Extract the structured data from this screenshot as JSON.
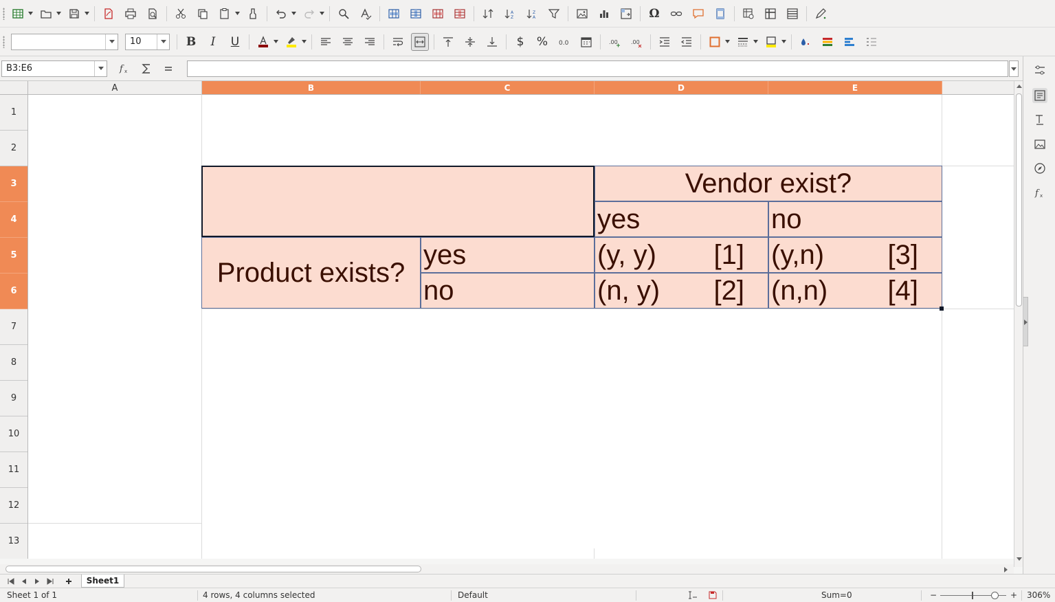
{
  "toolbar_standard": {
    "icons": [
      "new-spreadsheet-icon",
      "open-icon",
      "save-icon",
      "export-pdf-icon",
      "print-icon",
      "print-preview-icon",
      "cut-icon",
      "copy-icon",
      "paste-icon",
      "clone-formatting-icon",
      "undo-icon",
      "redo-icon",
      "find-replace-icon",
      "spelling-icon",
      "row-icon",
      "column-icon",
      "insert-table-icon",
      "delete-icon",
      "sort-icon",
      "sort-ascending-icon",
      "sort-descending-icon",
      "autofilter-icon",
      "image-icon",
      "chart-icon",
      "pivot-table-icon",
      "special-character-icon",
      "hyperlink-icon",
      "comment-icon",
      "headers-footers-icon",
      "define-print-area-icon",
      "freeze-rows-columns-icon",
      "split-window-icon",
      "draw-functions-icon"
    ]
  },
  "toolbar_formatting": {
    "font_name": "",
    "font_size": "10",
    "bold_label": "B",
    "italic_label": "I",
    "underline_label": "U",
    "font_color": "#8b0000",
    "highlight_color": "#ffea00",
    "border_color": "#e07030"
  },
  "formula_bar": {
    "name_box": "B3:E6",
    "formula": ""
  },
  "columns": [
    {
      "label": "A",
      "selected": false
    },
    {
      "label": "B",
      "selected": true
    },
    {
      "label": "C",
      "selected": true
    },
    {
      "label": "D",
      "selected": true
    },
    {
      "label": "E",
      "selected": true
    }
  ],
  "rows": [
    {
      "label": "1",
      "selected": false
    },
    {
      "label": "2",
      "selected": false
    },
    {
      "label": "3",
      "selected": true
    },
    {
      "label": "4",
      "selected": true
    },
    {
      "label": "5",
      "selected": true
    },
    {
      "label": "6",
      "selected": true
    },
    {
      "label": "7",
      "selected": false
    },
    {
      "label": "8",
      "selected": false
    },
    {
      "label": "9",
      "selected": false
    },
    {
      "label": "10",
      "selected": false
    },
    {
      "label": "11",
      "selected": false
    },
    {
      "label": "12",
      "selected": false
    },
    {
      "label": "13",
      "selected": false
    }
  ],
  "table": {
    "fill_color": "#fcdcd0",
    "text_color": "#3a0f00",
    "vendor_header": "Vendor exist?",
    "vendor_yes": "yes",
    "vendor_no": "no",
    "product_header": "Product exists?",
    "product_yes": "yes",
    "product_no": "no",
    "yy": {
      "pair": "(y, y)",
      "ref": "[1]"
    },
    "yn": {
      "pair": "(y,n)",
      "ref": "[3]"
    },
    "ny": {
      "pair": "(n, y)",
      "ref": "[2]"
    },
    "nn": {
      "pair": "(n,n)",
      "ref": "[4]"
    }
  },
  "sheet_tabs": {
    "active": "Sheet1"
  },
  "status_bar": {
    "sheet_info": "Sheet 1 of 1",
    "selection_info": "4 rows, 4 columns selected",
    "page_style": "Default",
    "sum": "Sum=0",
    "zoom_minus": "−",
    "zoom_plus": "+",
    "zoom": "306%"
  },
  "accent_color": "#f08a55"
}
